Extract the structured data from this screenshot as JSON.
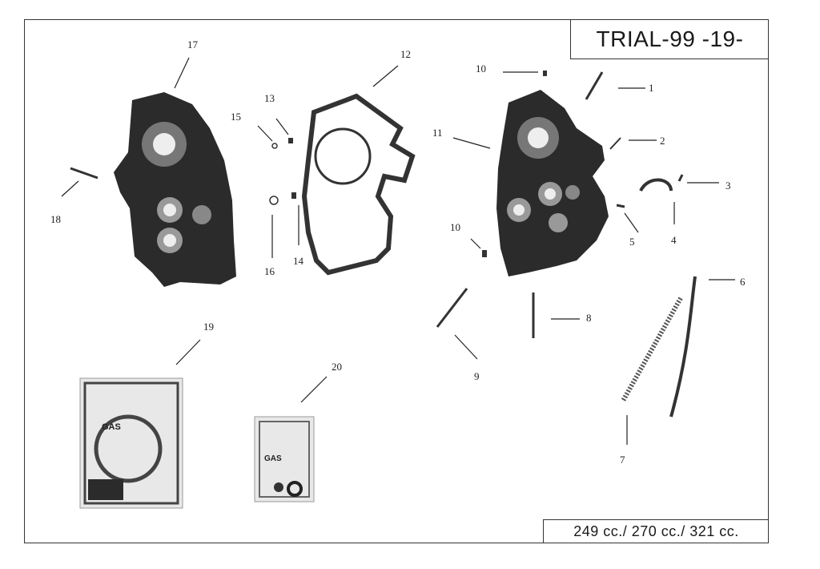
{
  "header": {
    "title": "TRIAL-99 -19-"
  },
  "footer": {
    "displacements": "249 cc./ 270 cc./ 321 cc."
  },
  "callouts": [
    "1",
    "2",
    "3",
    "4",
    "5",
    "6",
    "7",
    "8",
    "9",
    "10",
    "10",
    "11",
    "12",
    "13",
    "14",
    "15",
    "16",
    "17",
    "18",
    "19",
    "20"
  ],
  "gasket_bag_labels": [
    "GAS",
    "GAS"
  ],
  "colors": {
    "part_dark": "#2b2b2b",
    "part_mid": "#555555",
    "paper": "#ffffff",
    "bag": "#e8e8e8"
  }
}
